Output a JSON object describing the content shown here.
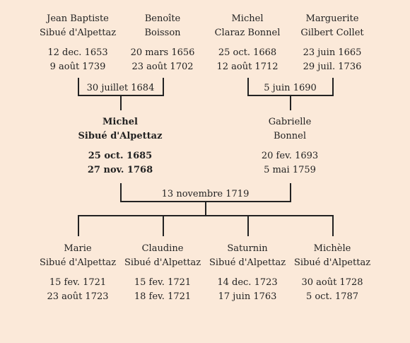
{
  "grandparents": [
    {
      "first": "Jean Baptiste",
      "last": "Sibué d'Alpettaz",
      "birth": "12 dec. 1653",
      "death": "9 août 1739"
    },
    {
      "first": "Benoîte",
      "last": "Boisson",
      "birth": "20 mars 1656",
      "death": "23 août 1702"
    },
    {
      "first": "Michel",
      "last": "Claraz Bonnel",
      "birth": "25 oct. 1668",
      "death": "12 août 1712"
    },
    {
      "first": "Marguerite",
      "last": "Gilbert Collet",
      "birth": "23 juin 1665",
      "death": "29 juil. 1736"
    }
  ],
  "marriages": {
    "paternal": "30 juillet 1684",
    "maternal": "5 juin 1690",
    "parents": "13 novembre 1719"
  },
  "parents": [
    {
      "first": "Michel",
      "last": "Sibué d'Alpettaz",
      "birth": "25 oct. 1685",
      "death": "27 nov. 1768"
    },
    {
      "first": "Gabrielle",
      "last": "Bonnel",
      "birth": "20 fev. 1693",
      "death": "5 mai 1759"
    }
  ],
  "children": [
    {
      "first": "Marie",
      "last": "Sibué d'Alpettaz",
      "birth": "15 fev. 1721",
      "death": "23 août 1723"
    },
    {
      "first": "Claudine",
      "last": "Sibué d'Alpettaz",
      "birth": "15 fev. 1721",
      "death": "18 fev. 1721"
    },
    {
      "first": "Saturnin",
      "last": "Sibué d'Alpettaz",
      "birth": "14 dec. 1723",
      "death": "17 juin 1763"
    },
    {
      "first": "Michèle",
      "last": "Sibué d'Alpettaz",
      "birth": "30 août 1728",
      "death": "5 oct. 1787"
    }
  ]
}
